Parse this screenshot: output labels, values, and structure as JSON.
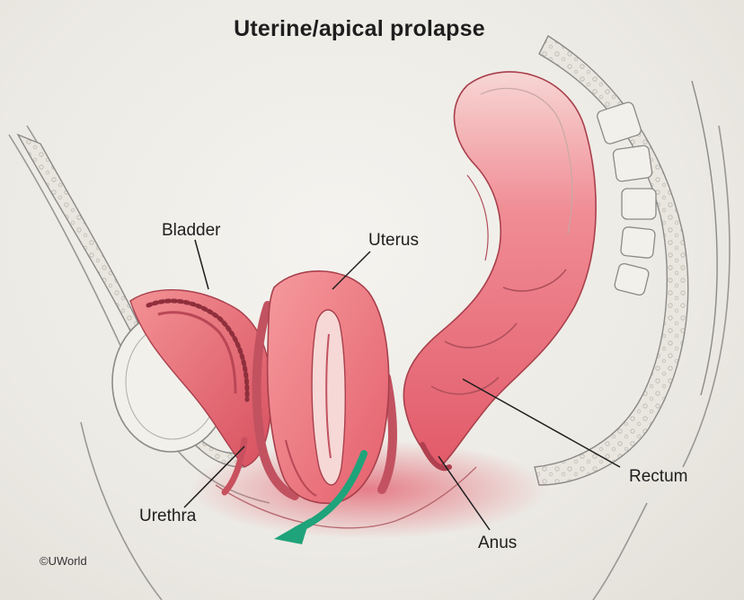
{
  "title": "Uterine/apical prolapse",
  "labels": {
    "bladder": "Bladder",
    "uterus": "Uterus",
    "urethra": "Urethra",
    "rectum": "Rectum",
    "anus": "Anus"
  },
  "copyright": "©UWorld",
  "colors": {
    "background": "#efece6",
    "organ_pink": "#ef7f86",
    "organ_deep": "#d9485a",
    "organ_light": "#f8b7b8",
    "arrow_green": "#1fa37a",
    "bone_outline": "#8a8a86"
  },
  "icons": {
    "prolapse_arrow": "descent-arrow-icon"
  }
}
